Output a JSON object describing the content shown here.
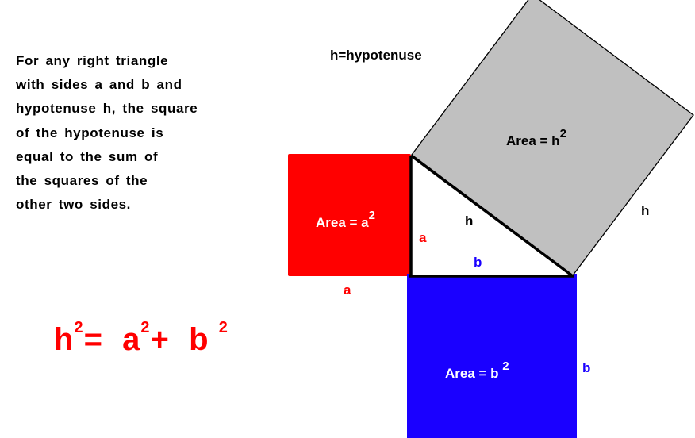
{
  "description": {
    "lines": [
      "For any right triangle",
      "with sides a and b and",
      "hypotenuse h, the square",
      "of the hypotenuse is",
      "equal to the sum of",
      "the squares of the",
      "other two sides."
    ]
  },
  "formula": {
    "h": "h",
    "h_exp": "2",
    "eq": "=",
    "a": "a",
    "a_exp": "2",
    "plus": "+",
    "b": "b",
    "b_exp": "2"
  },
  "diagram": {
    "hypotenuse_note": "h=hypotenuse",
    "square_a": {
      "label": "Area = a",
      "exp": "2",
      "side_label": "a",
      "color": "#ff0000"
    },
    "square_b": {
      "label": "Area = b",
      "exp": "2",
      "side_label": "b",
      "color": "#1a00ff"
    },
    "square_h": {
      "label": "Area = h",
      "exp": "2",
      "side_label": "h",
      "color": "#c0c0c0"
    },
    "triangle": {
      "side_a": "a",
      "side_b": "b",
      "side_h": "h"
    }
  },
  "colors": {
    "red": "#ff0000",
    "blue": "#1a00ff",
    "gray": "#c0c0c0",
    "black": "#000000"
  }
}
